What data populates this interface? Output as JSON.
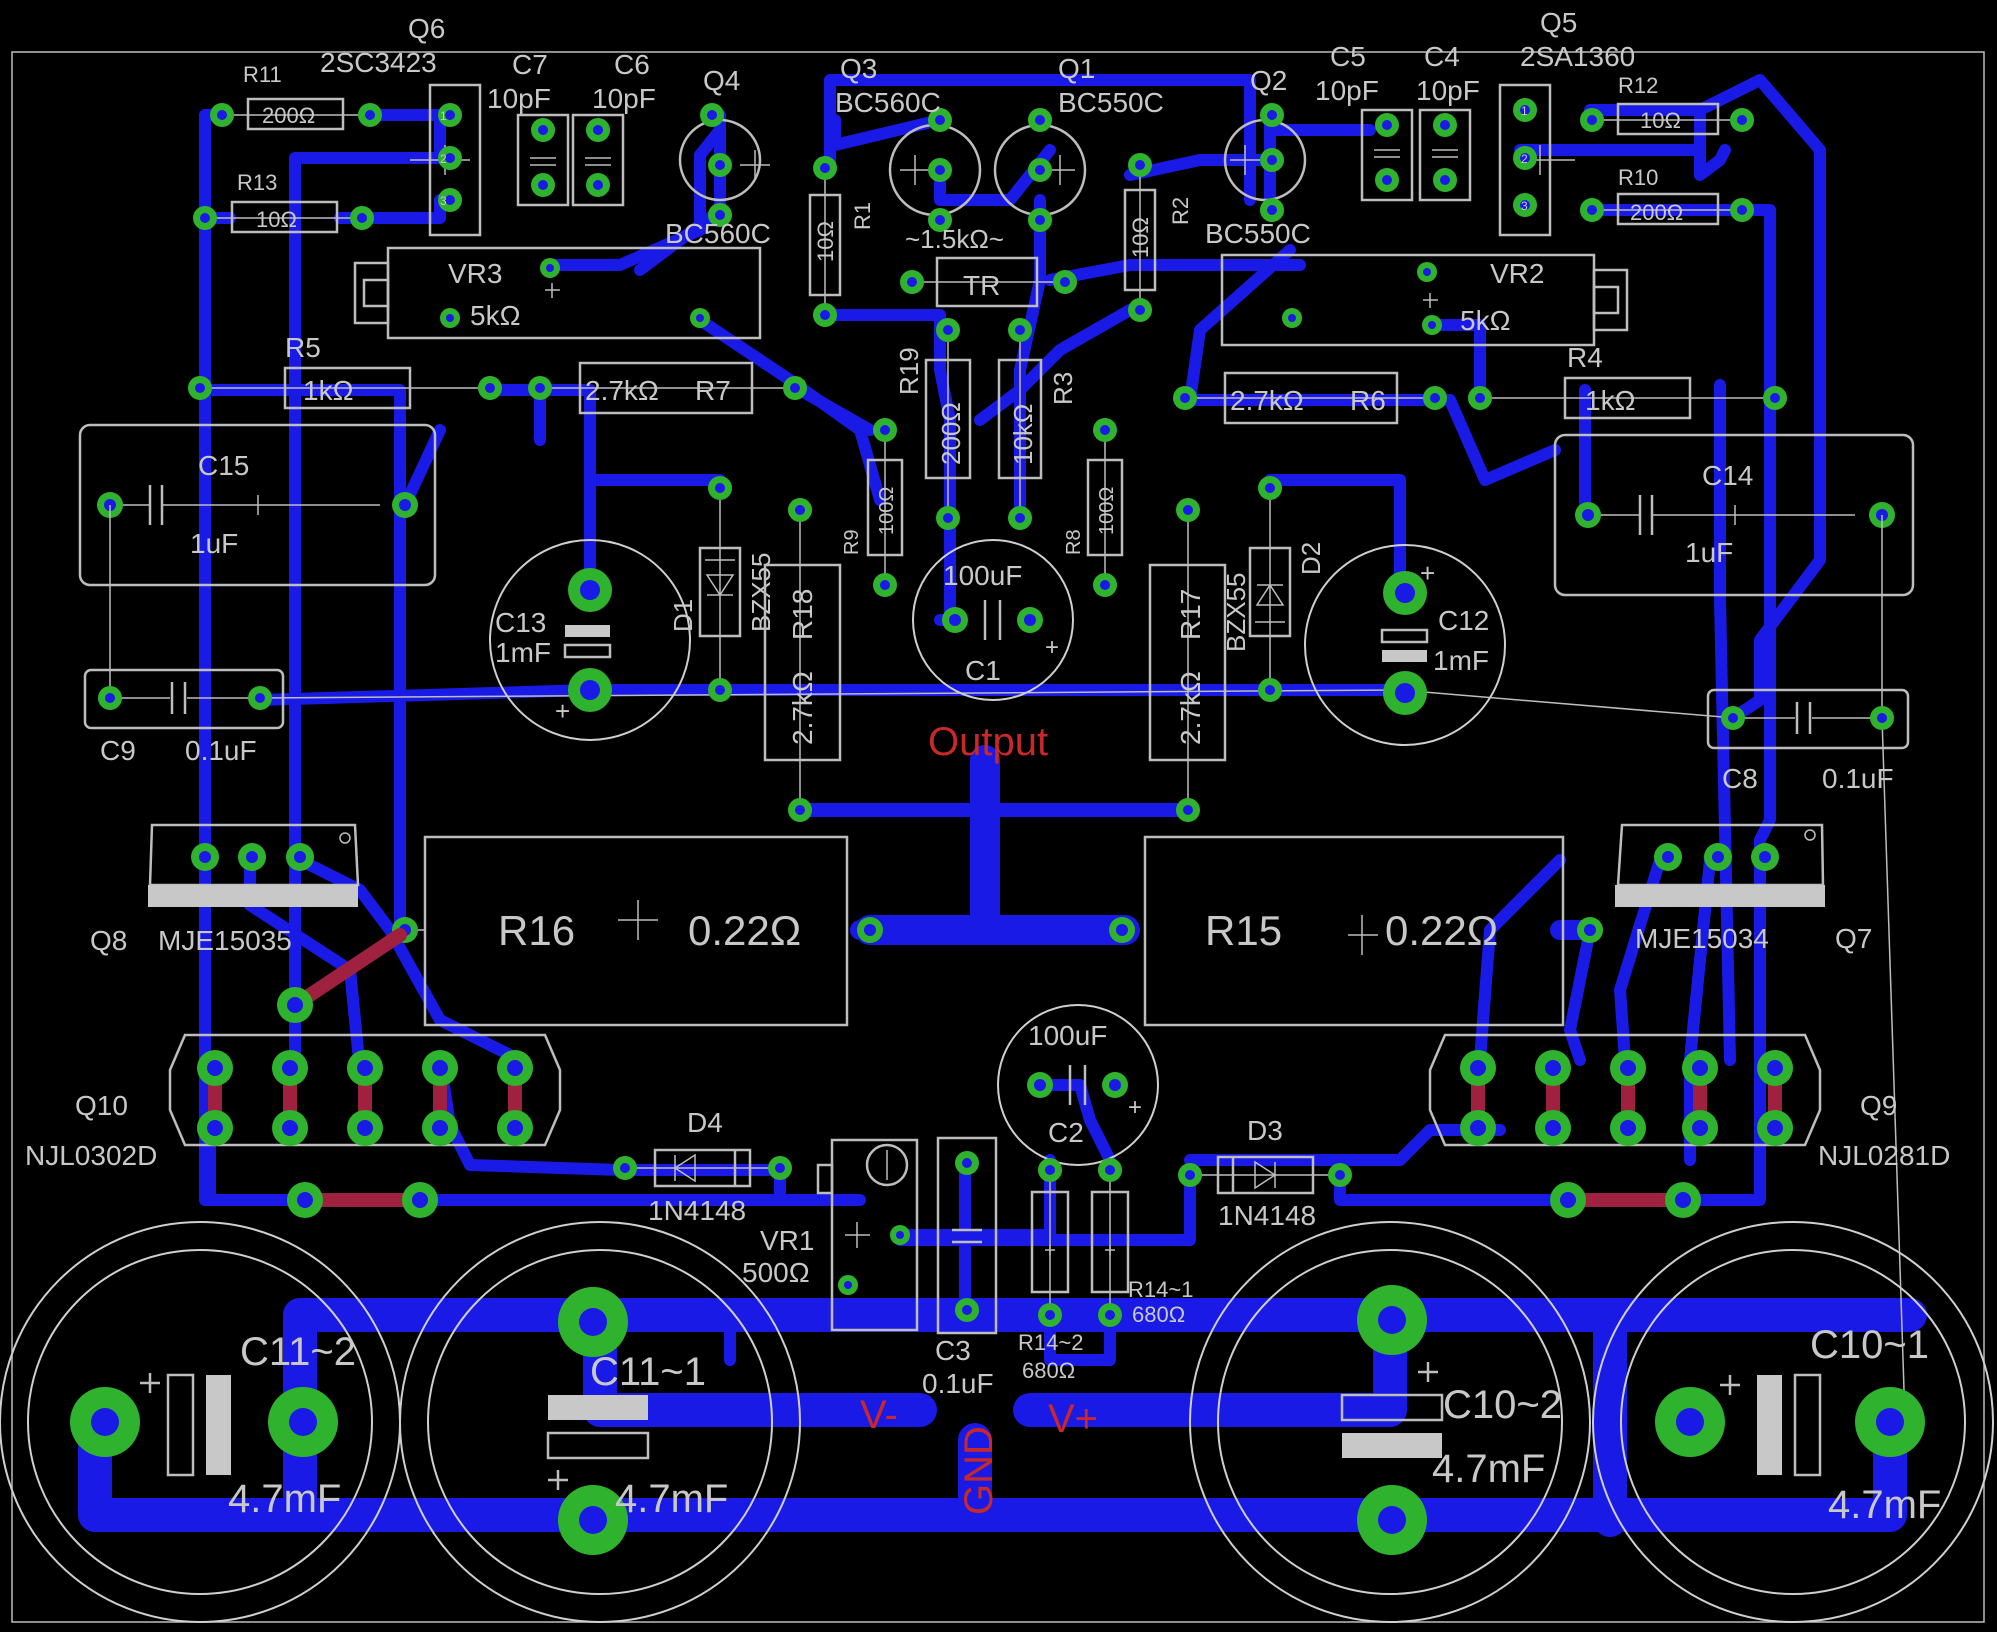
{
  "board": {
    "colors": {
      "background": "#000000",
      "copper": "#1a1ae6",
      "pad": "#2fb32f",
      "silkscreen": "#c8c8c8",
      "net_label": "#c8282a",
      "jumper": "#a02040"
    }
  },
  "net_labels": {
    "output": "Output",
    "v_minus": "V-",
    "v_plus": "V+",
    "gnd": "GND"
  },
  "components": {
    "q6": {
      "ref": "Q6",
      "value": "2SC3423"
    },
    "q5": {
      "ref": "Q5",
      "value": "2SA1360"
    },
    "q3": {
      "ref": "Q3",
      "value": "BC560C"
    },
    "q1": {
      "ref": "Q1",
      "value": "BC550C"
    },
    "q4": {
      "ref": "Q4",
      "value": "BC560C"
    },
    "q2": {
      "ref": "Q2",
      "value": "BC550C"
    },
    "c7": {
      "ref": "C7",
      "value": "10pF"
    },
    "c6": {
      "ref": "C6",
      "value": "10pF"
    },
    "c5": {
      "ref": "C5",
      "value": "10pF"
    },
    "c4": {
      "ref": "C4",
      "value": "10pF"
    },
    "r11": {
      "ref": "R11",
      "value": "200Ω"
    },
    "r13": {
      "ref": "R13",
      "value": "10Ω"
    },
    "r12": {
      "ref": "R12",
      "value": "10Ω"
    },
    "r10": {
      "ref": "R10",
      "value": "200Ω"
    },
    "r1": {
      "ref": "R1",
      "value": "10Ω"
    },
    "r2": {
      "ref": "R2",
      "value": "10Ω"
    },
    "tr": {
      "ref": "TR",
      "value": "~1.5kΩ~"
    },
    "vr3": {
      "ref": "VR3",
      "value": "5kΩ"
    },
    "vr2": {
      "ref": "VR2",
      "value": "5kΩ"
    },
    "r5": {
      "ref": "R5",
      "value": "1kΩ"
    },
    "r7": {
      "ref": "R7",
      "value": "2.7kΩ"
    },
    "r6": {
      "ref": "R6",
      "value": "2.7kΩ"
    },
    "r4": {
      "ref": "R4",
      "value": "1kΩ"
    },
    "r19": {
      "ref": "R19",
      "value": "200Ω"
    },
    "r3": {
      "ref": "R3",
      "value": "10kΩ"
    },
    "r9": {
      "ref": "R9",
      "value": "100Ω"
    },
    "r8": {
      "ref": "R8",
      "value": "100Ω"
    },
    "c15": {
      "ref": "C15",
      "value": "1uF"
    },
    "c14": {
      "ref": "C14",
      "value": "1uF"
    },
    "c13": {
      "ref": "C13",
      "value": "1mF"
    },
    "c12": {
      "ref": "C12",
      "value": "1mF"
    },
    "d1": {
      "ref": "D1",
      "value": "BZX55"
    },
    "d2": {
      "ref": "D2",
      "value": "BZX55"
    },
    "r18": {
      "ref": "R18",
      "value": "2.7kΩ"
    },
    "r17": {
      "ref": "R17",
      "value": "2.7kΩ"
    },
    "c1": {
      "ref": "C1",
      "value": "100uF"
    },
    "c9": {
      "ref": "C9",
      "value": "0.1uF"
    },
    "c8": {
      "ref": "C8",
      "value": "0.1uF"
    },
    "q8": {
      "ref": "Q8",
      "value": "MJE15035"
    },
    "q7": {
      "ref": "Q7",
      "value": "MJE15034"
    },
    "r16": {
      "ref": "R16",
      "value": "0.22Ω"
    },
    "r15": {
      "ref": "R15",
      "value": "0.22Ω"
    },
    "q10": {
      "ref": "Q10",
      "value": "NJL0302D"
    },
    "q9": {
      "ref": "Q9",
      "value": "NJL0281D"
    },
    "c2": {
      "ref": "C2",
      "value": "100uF"
    },
    "d4": {
      "ref": "D4",
      "value": "1N4148"
    },
    "d3": {
      "ref": "D3",
      "value": "1N4148"
    },
    "vr1": {
      "ref": "VR1",
      "value": "500Ω"
    },
    "c3": {
      "ref": "C3",
      "value": "0.1uF"
    },
    "r14_1": {
      "ref": "R14~1",
      "value": "680Ω"
    },
    "r14_2": {
      "ref": "R14~2",
      "value": "680Ω"
    },
    "c11_2": {
      "ref": "C11~2",
      "value": "4.7mF"
    },
    "c11_1": {
      "ref": "C11~1",
      "value": "4.7mF"
    },
    "c10_2": {
      "ref": "C10~2",
      "value": "4.7mF"
    },
    "c10_1": {
      "ref": "C10~1",
      "value": "4.7mF"
    }
  },
  "pin_labels": {
    "q6_pin1": "1",
    "q6_pin2": "2",
    "q6_pin3": "3",
    "q5_pin1": "1",
    "q5_pin2": "2",
    "q5_pin3": "3"
  }
}
